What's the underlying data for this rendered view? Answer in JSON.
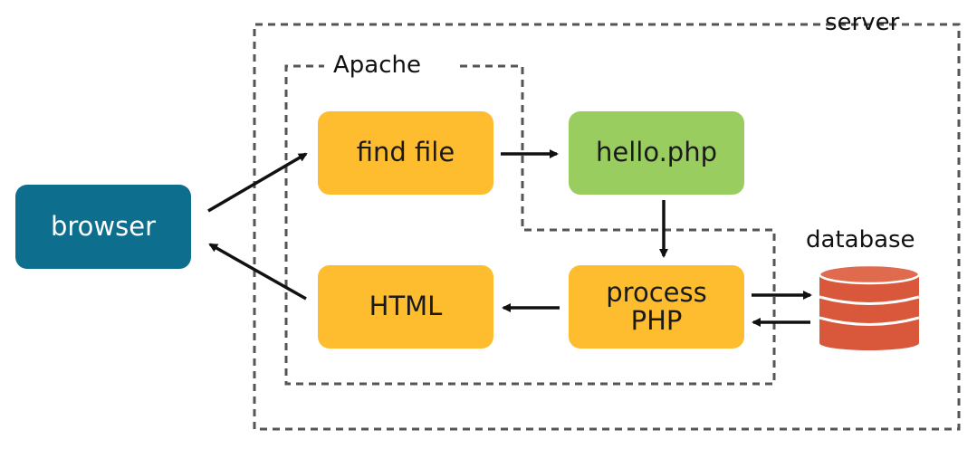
{
  "diagram": {
    "server_label": "server",
    "apache_label": "Apache",
    "database_label": "database",
    "nodes": {
      "browser": "browser",
      "find_file": "find file",
      "hello_php": "hello.php",
      "process_php_line1": "process",
      "process_php_line2": "PHP",
      "html": "HTML"
    },
    "colors": {
      "browser": "#0E6E8E",
      "apache_steps": "#FDBD2F",
      "php_file": "#9ACD5F",
      "database": "#D9573B",
      "border": "#555555"
    }
  }
}
